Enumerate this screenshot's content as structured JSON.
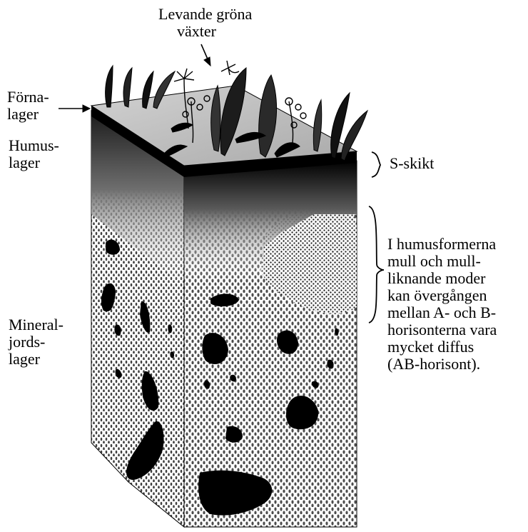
{
  "labels": {
    "levande": [
      "Levande gröna",
      "växter"
    ],
    "forna": [
      "Förna-",
      "lager"
    ],
    "humus": [
      "Humus-",
      "lager"
    ],
    "mineral": [
      "Mineral-",
      "jords-",
      "lager"
    ],
    "sskikt": "S-skikt",
    "note": [
      "I humusformerna",
      "mull och mull-",
      "liknande moder",
      "kan övergången",
      "mellan A- och B-",
      "horisonterna vara",
      "mycket diffus",
      "(AB-horisont)."
    ]
  },
  "colors": {
    "ink": "#000000",
    "paper": "#ffffff",
    "litter_surface": "#bdbdbd"
  }
}
